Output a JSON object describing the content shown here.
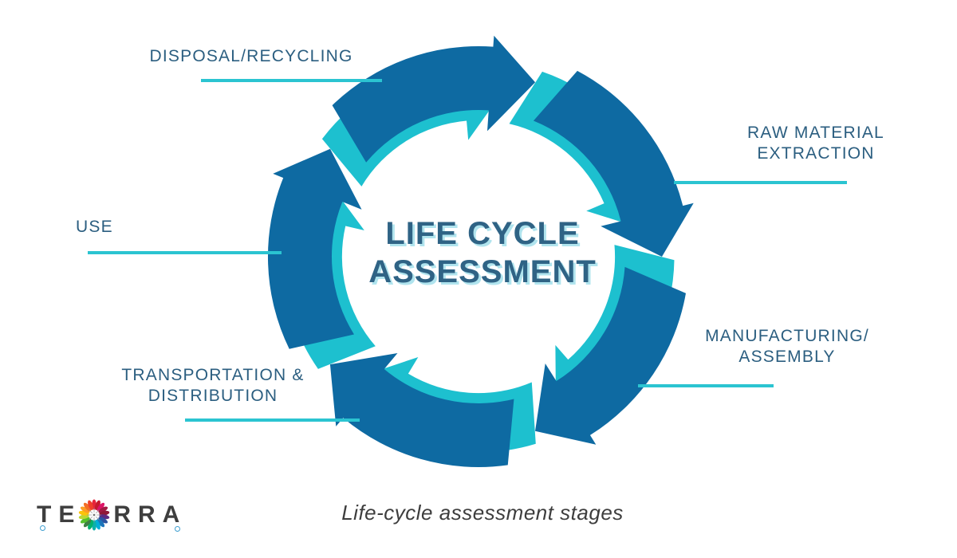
{
  "colors": {
    "arrow_blue": "#0e6aa2",
    "arrow_teal": "#1dc0cf",
    "line_teal": "#2bc4d1",
    "label_text": "#2b5e80",
    "title_text": "#2f6385",
    "title_shadow": "#b0e4ee",
    "caption_text": "#3d3d3d",
    "logo_text": "#3e3e3e",
    "logo_dot": "#3f9fd0"
  },
  "title": {
    "line1": "LIFE CYCLE",
    "line2": "ASSESSMENT"
  },
  "stages": [
    {
      "name": "disposal-recycling",
      "lines": [
        "DISPOSAL/RECYCLING",
        ""
      ]
    },
    {
      "name": "raw-material-extraction",
      "lines": [
        "RAW MATERIAL",
        "EXTRACTION"
      ]
    },
    {
      "name": "manufacturing-assembly",
      "lines": [
        "MANUFACTURING/",
        "ASSEMBLY"
      ]
    },
    {
      "name": "transportation-distribution",
      "lines": [
        "TRANSPORTATION &",
        "DISTRIBUTION"
      ]
    },
    {
      "name": "use",
      "lines": [
        "USE",
        ""
      ]
    }
  ],
  "caption": "Life-cycle assessment stages",
  "logo": {
    "prefix": "TE",
    "suffix": "RRA",
    "petal_colors": [
      "#e5243b",
      "#c5192d",
      "#dd1367",
      "#a21942",
      "#8f1838",
      "#5b2c82",
      "#2d53a0",
      "#1b75bb",
      "#00aed9",
      "#0db0a9",
      "#00b16b",
      "#3f7e44",
      "#56c02b",
      "#bcd633",
      "#fcc30b",
      "#fd9d24",
      "#f36d25",
      "#ef402b"
    ]
  }
}
